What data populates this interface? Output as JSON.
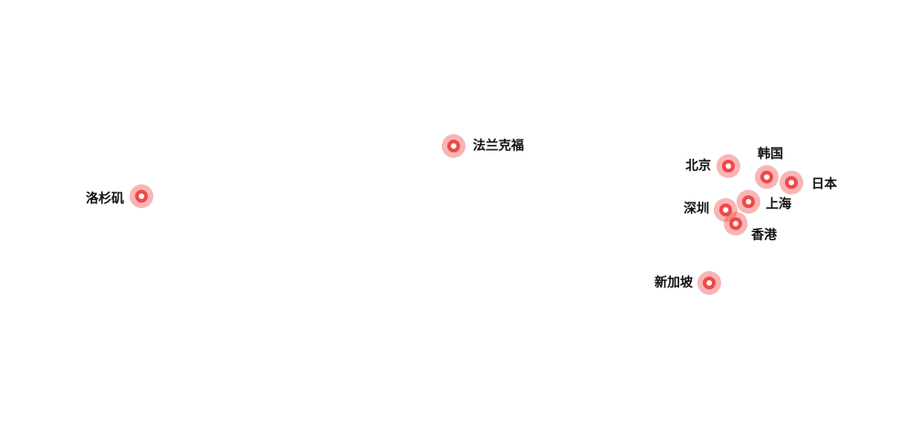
{
  "map": {
    "marker_color": "#f04848",
    "cities": [
      {
        "id": "los-angeles",
        "name": "洛杉矶"
      },
      {
        "id": "frankfurt",
        "name": "法兰克福"
      },
      {
        "id": "beijing",
        "name": "北京"
      },
      {
        "id": "korea",
        "name": "韩国"
      },
      {
        "id": "japan",
        "name": "日本"
      },
      {
        "id": "shanghai",
        "name": "上海"
      },
      {
        "id": "shenzhen",
        "name": "深圳"
      },
      {
        "id": "hong-kong",
        "name": "香港"
      },
      {
        "id": "singapore",
        "name": "新加坡"
      }
    ]
  }
}
